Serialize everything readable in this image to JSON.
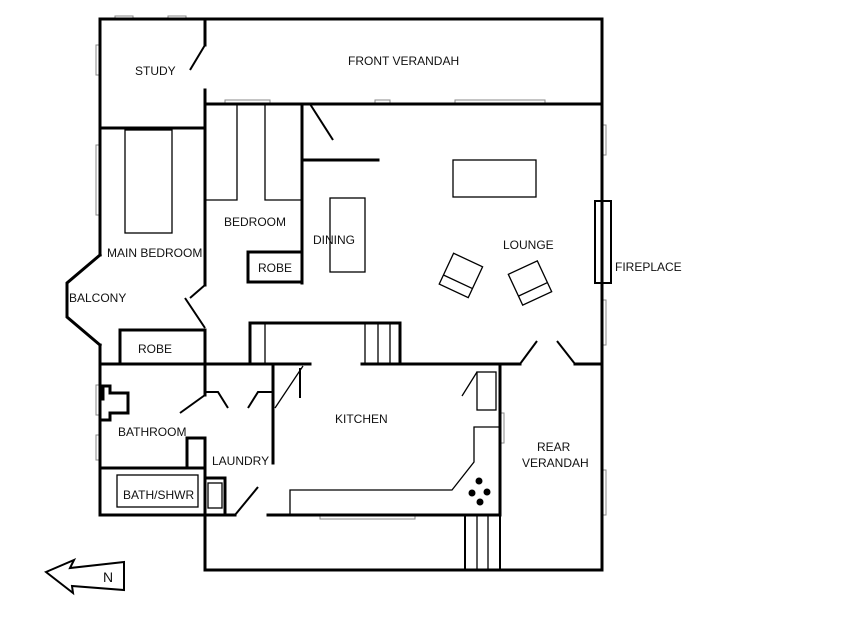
{
  "rooms": {
    "study": "STUDY",
    "front_verandah": "FRONT VERANDAH",
    "bedroom": "BEDROOM",
    "robe_bedroom": "ROBE",
    "dining": "DINING",
    "lounge": "LOUNGE",
    "fireplace": "FIREPLACE",
    "main_bedroom": "MAIN BEDROOM",
    "balcony": "BALCONY",
    "robe_main": "ROBE",
    "bathroom": "BATHROOM",
    "laundry": "LAUNDRY",
    "kitchen": "KITCHEN",
    "rear_verandah_1": "REAR",
    "rear_verandah_2": "VERANDAH",
    "bath_shower": "BATH/SHWR"
  },
  "compass": {
    "label": "N"
  }
}
